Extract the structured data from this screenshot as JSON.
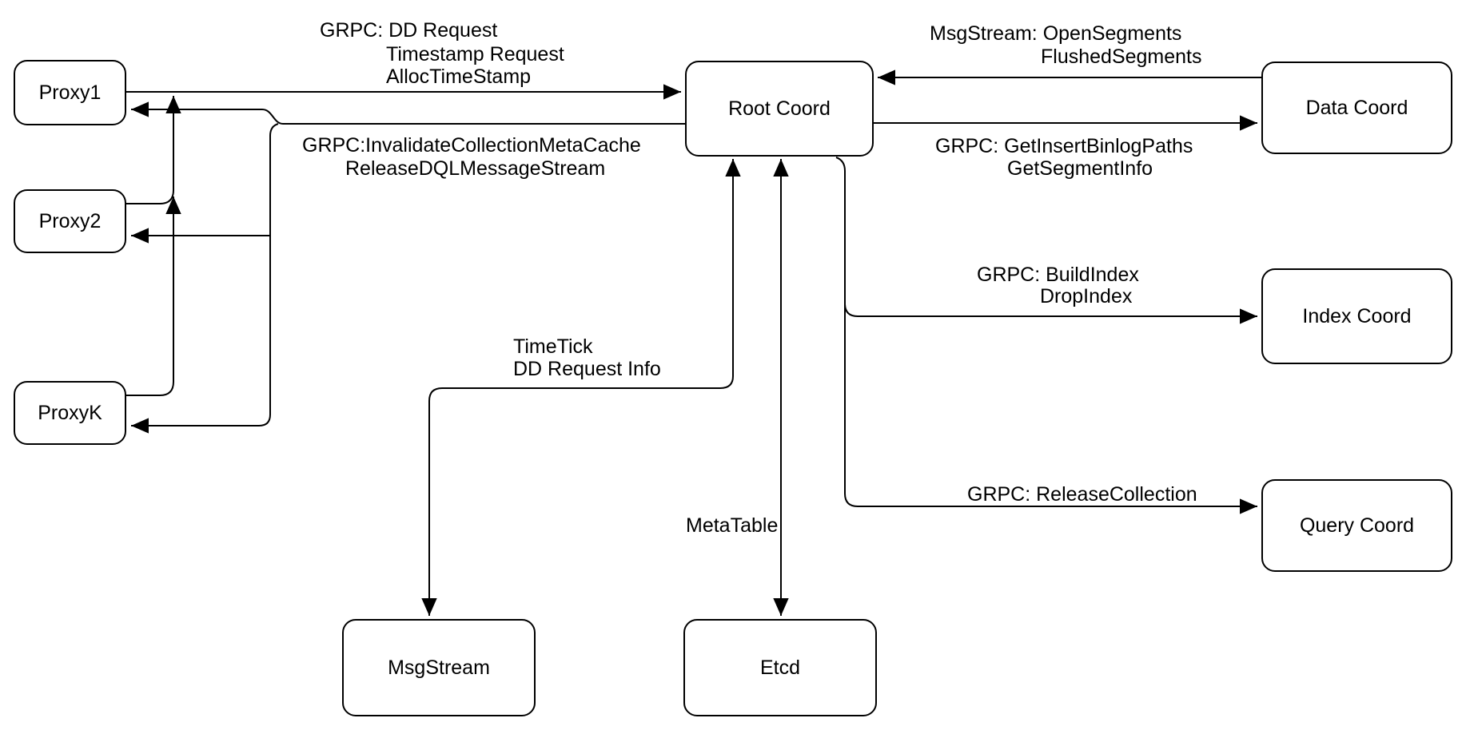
{
  "diagram": {
    "nodes": {
      "proxy1": {
        "label": "Proxy1"
      },
      "proxy2": {
        "label": "Proxy2"
      },
      "proxyk": {
        "label": "ProxyK"
      },
      "root": {
        "label": "Root Coord"
      },
      "data": {
        "label": "Data Coord"
      },
      "index": {
        "label": "Index Coord"
      },
      "query": {
        "label": "Query Coord"
      },
      "msgstream": {
        "label": "MsgStream"
      },
      "etcd": {
        "label": "Etcd"
      }
    },
    "edge_labels": {
      "proxy_to_root": {
        "lines": [
          "GRPC: DD Request",
          "Timestamp Request",
          "AllocTimeStamp"
        ]
      },
      "root_to_proxy": {
        "lines": [
          "GRPC:InvalidateCollectionMetaCache",
          "ReleaseDQLMessageStream"
        ]
      },
      "data_to_root": {
        "lines": [
          "MsgStream: OpenSegments",
          "FlushedSegments"
        ]
      },
      "root_to_data": {
        "lines": [
          "GRPC: GetInsertBinlogPaths",
          "GetSegmentInfo"
        ]
      },
      "root_to_index": {
        "lines": [
          "GRPC: BuildIndex",
          "DropIndex"
        ]
      },
      "root_to_query": {
        "lines": [
          "GRPC: ReleaseCollection"
        ]
      },
      "root_to_msgstream": {
        "lines": [
          "TimeTick",
          "DD Request Info"
        ]
      },
      "root_to_etcd": {
        "lines": [
          "MetaTable"
        ]
      }
    },
    "colors": {
      "stroke": "#000000",
      "background": "#ffffff",
      "node_fill": "#ffffff",
      "text": "#000000"
    }
  }
}
